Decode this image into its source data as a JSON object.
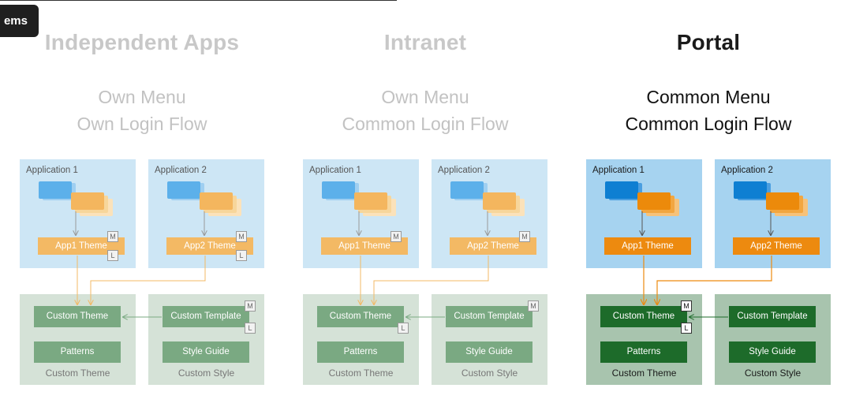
{
  "tag_label": "ems",
  "columns": [
    {
      "title": "Independent Apps",
      "sub1": "Own Menu",
      "sub2": "Own Login Flow",
      "app1": {
        "label": "Application 1",
        "theme": "App1 Theme"
      },
      "app2": {
        "label": "Application 2",
        "theme": "App2 Theme"
      },
      "custom": {
        "theme": "Custom Theme",
        "patterns": "Patterns",
        "caption": "Custom Theme"
      },
      "style": {
        "template": "Custom Template",
        "guide": "Style Guide",
        "caption": "Custom Style"
      },
      "badge_m": "M",
      "badge_l": "L",
      "active": false
    },
    {
      "title": "Intranet",
      "sub1": "Own Menu",
      "sub2": "Common Login Flow",
      "app1": {
        "label": "Application 1",
        "theme": "App1 Theme"
      },
      "app2": {
        "label": "Application 2",
        "theme": "App2 Theme"
      },
      "custom": {
        "theme": "Custom Theme",
        "patterns": "Patterns",
        "caption": "Custom Theme"
      },
      "style": {
        "template": "Custom Template",
        "guide": "Style Guide",
        "caption": "Custom Style"
      },
      "badge_m": "M",
      "badge_l": "L",
      "active": false
    },
    {
      "title": "Portal",
      "sub1": "Common Menu",
      "sub2": "Common Login Flow",
      "app1": {
        "label": "Application 1",
        "theme": "App1 Theme"
      },
      "app2": {
        "label": "Application 2",
        "theme": "App2 Theme"
      },
      "custom": {
        "theme": "Custom Theme",
        "patterns": "Patterns",
        "caption": "Custom Theme"
      },
      "style": {
        "template": "Custom Template",
        "guide": "Style Guide",
        "caption": "Custom Style"
      },
      "badge_m": "M",
      "badge_l": "L",
      "active": true
    }
  ],
  "colors": {
    "inactive_connector": "#f3b964",
    "active_connector": "#ed8a0f",
    "inactive_arrow": "#999999",
    "active_arrow": "#555555"
  }
}
